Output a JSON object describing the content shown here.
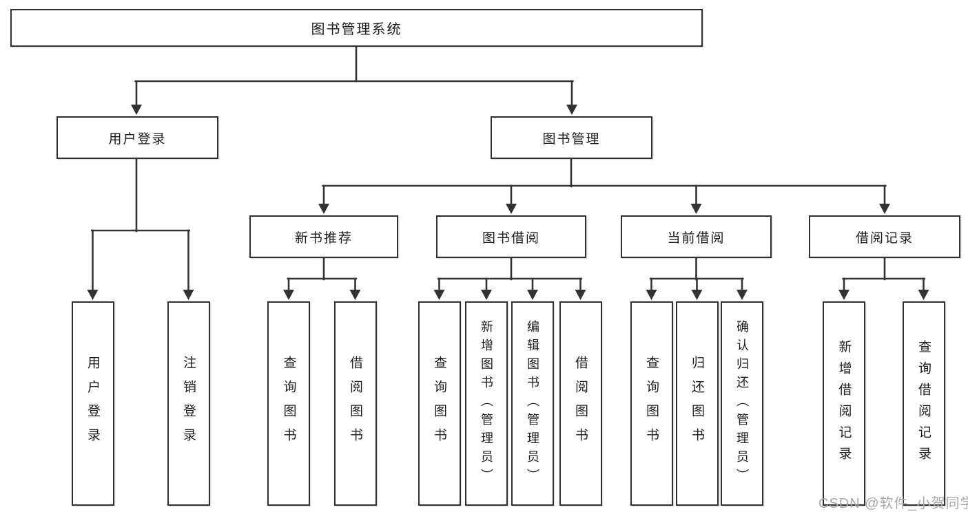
{
  "tree": {
    "root": "图书管理系统",
    "branches": [
      {
        "label": "用户登录",
        "children": [
          "用户登录",
          "注销登录"
        ]
      },
      {
        "label": "图书管理",
        "sections": [
          {
            "label": "新书推荐",
            "children": [
              "查询图书",
              "借阅图书"
            ]
          },
          {
            "label": "图书借阅",
            "children": [
              "查询图书",
              "新增图书（管理员）",
              "编辑图书（管理员）",
              "借阅图书"
            ]
          },
          {
            "label": "当前借阅",
            "children": [
              "查询图书",
              "归还图书",
              "确认归还（管理员）"
            ]
          },
          {
            "label": "借阅记录",
            "children": [
              "新增借阅记录",
              "查询借阅记录"
            ]
          }
        ]
      }
    ]
  },
  "watermark": {
    "text": "CSDN @软件_小贺同学"
  },
  "colors": {
    "line": "#333333",
    "border": "#2f2f2f",
    "text": "#1c1c1c",
    "watermark": "#a8a8a8",
    "background": "#ffffff"
  }
}
